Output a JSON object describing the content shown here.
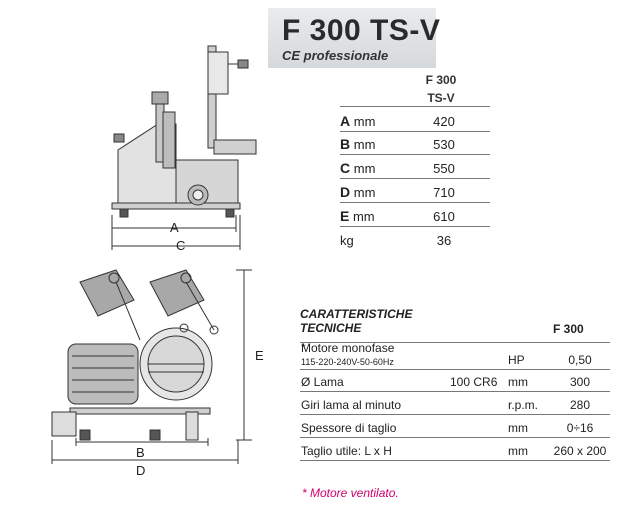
{
  "header": {
    "model": "F 300 TS-V",
    "subtitle": "CE professionale"
  },
  "dimensions": {
    "model_line1": "F 300",
    "model_line2": "TS-V",
    "rows": [
      {
        "letter": "A",
        "unit": "mm",
        "value": "420"
      },
      {
        "letter": "B",
        "unit": "mm",
        "value": "530"
      },
      {
        "letter": "C",
        "unit": "mm",
        "value": "550"
      },
      {
        "letter": "D",
        "unit": "mm",
        "value": "710"
      },
      {
        "letter": "E",
        "unit": "mm",
        "value": "610"
      },
      {
        "letter": "",
        "unit": "kg",
        "value": "36"
      }
    ]
  },
  "characteristics": {
    "title_line1": "CARATTERISTICHE",
    "title_line2": "TECNICHE",
    "model": "F 300",
    "motor_label": "Motore monofase",
    "motor_asterisk": "*",
    "motor_voltages": "115-220-240V-50-60Hz",
    "motor_unit": "HP",
    "motor_value": "0,50",
    "blade_label": "Ø Lama",
    "blade_steel": "100 CR6",
    "blade_unit": "mm",
    "blade_value": "300",
    "rpm_label": "Giri lama al minuto",
    "rpm_unit": "r.p.m.",
    "rpm_value": "280",
    "thick_label": "Spessore di taglio",
    "thick_unit": "mm",
    "thick_value": "0÷16",
    "cut_label": "Taglio utile: L x H",
    "cut_unit": "mm",
    "cut_value": "260 x 200"
  },
  "note": "* Motore ventilato.",
  "drawing_labels": {
    "a": "A",
    "b": "B",
    "c": "C",
    "d": "D",
    "e": "E"
  }
}
